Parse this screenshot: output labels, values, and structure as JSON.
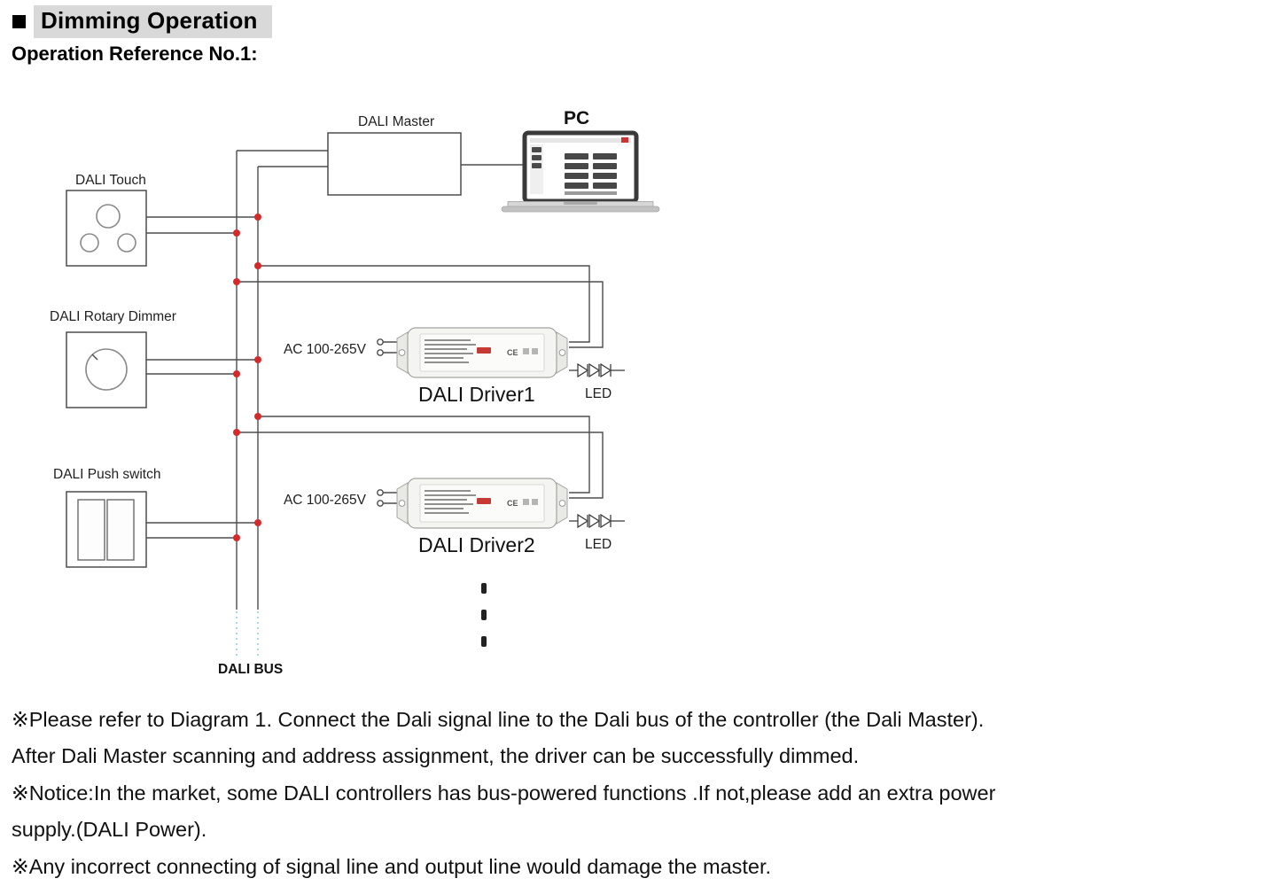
{
  "header": {
    "title": "Dimming Operation",
    "subtitle": "Operation Reference No.1:"
  },
  "diagram": {
    "controllers": {
      "touch": "DALI Touch",
      "rotary": "DALI Rotary Dimmer",
      "push": "DALI Push switch"
    },
    "master": "DALI Master",
    "pc": "PC",
    "drivers": {
      "driver1": "DALI Driver1",
      "driver2": "DALI Driver2"
    },
    "ac_input": "AC 100-265V",
    "led": "LED",
    "bus": "DALI BUS",
    "ce_mark": "CE",
    "colors": {
      "wire": "#4d4d4d",
      "connection_dot": "#d42a2a",
      "bus_dotted": "#8fcfe0",
      "title_highlight": "#d9d9d9"
    }
  },
  "notes": {
    "lines": [
      "※Please refer to Diagram 1. Connect the Dali signal line to the Dali bus of the controller (the Dali Master).",
      "After Dali Master scanning and address assignment, the driver can be successfully dimmed.",
      "※Notice:In the market, some DALI controllers has bus-powered functions .If not,please add an extra power",
      "supply.(DALI Power).",
      "※Any incorrect connecting of signal line and output line would damage the master."
    ]
  }
}
